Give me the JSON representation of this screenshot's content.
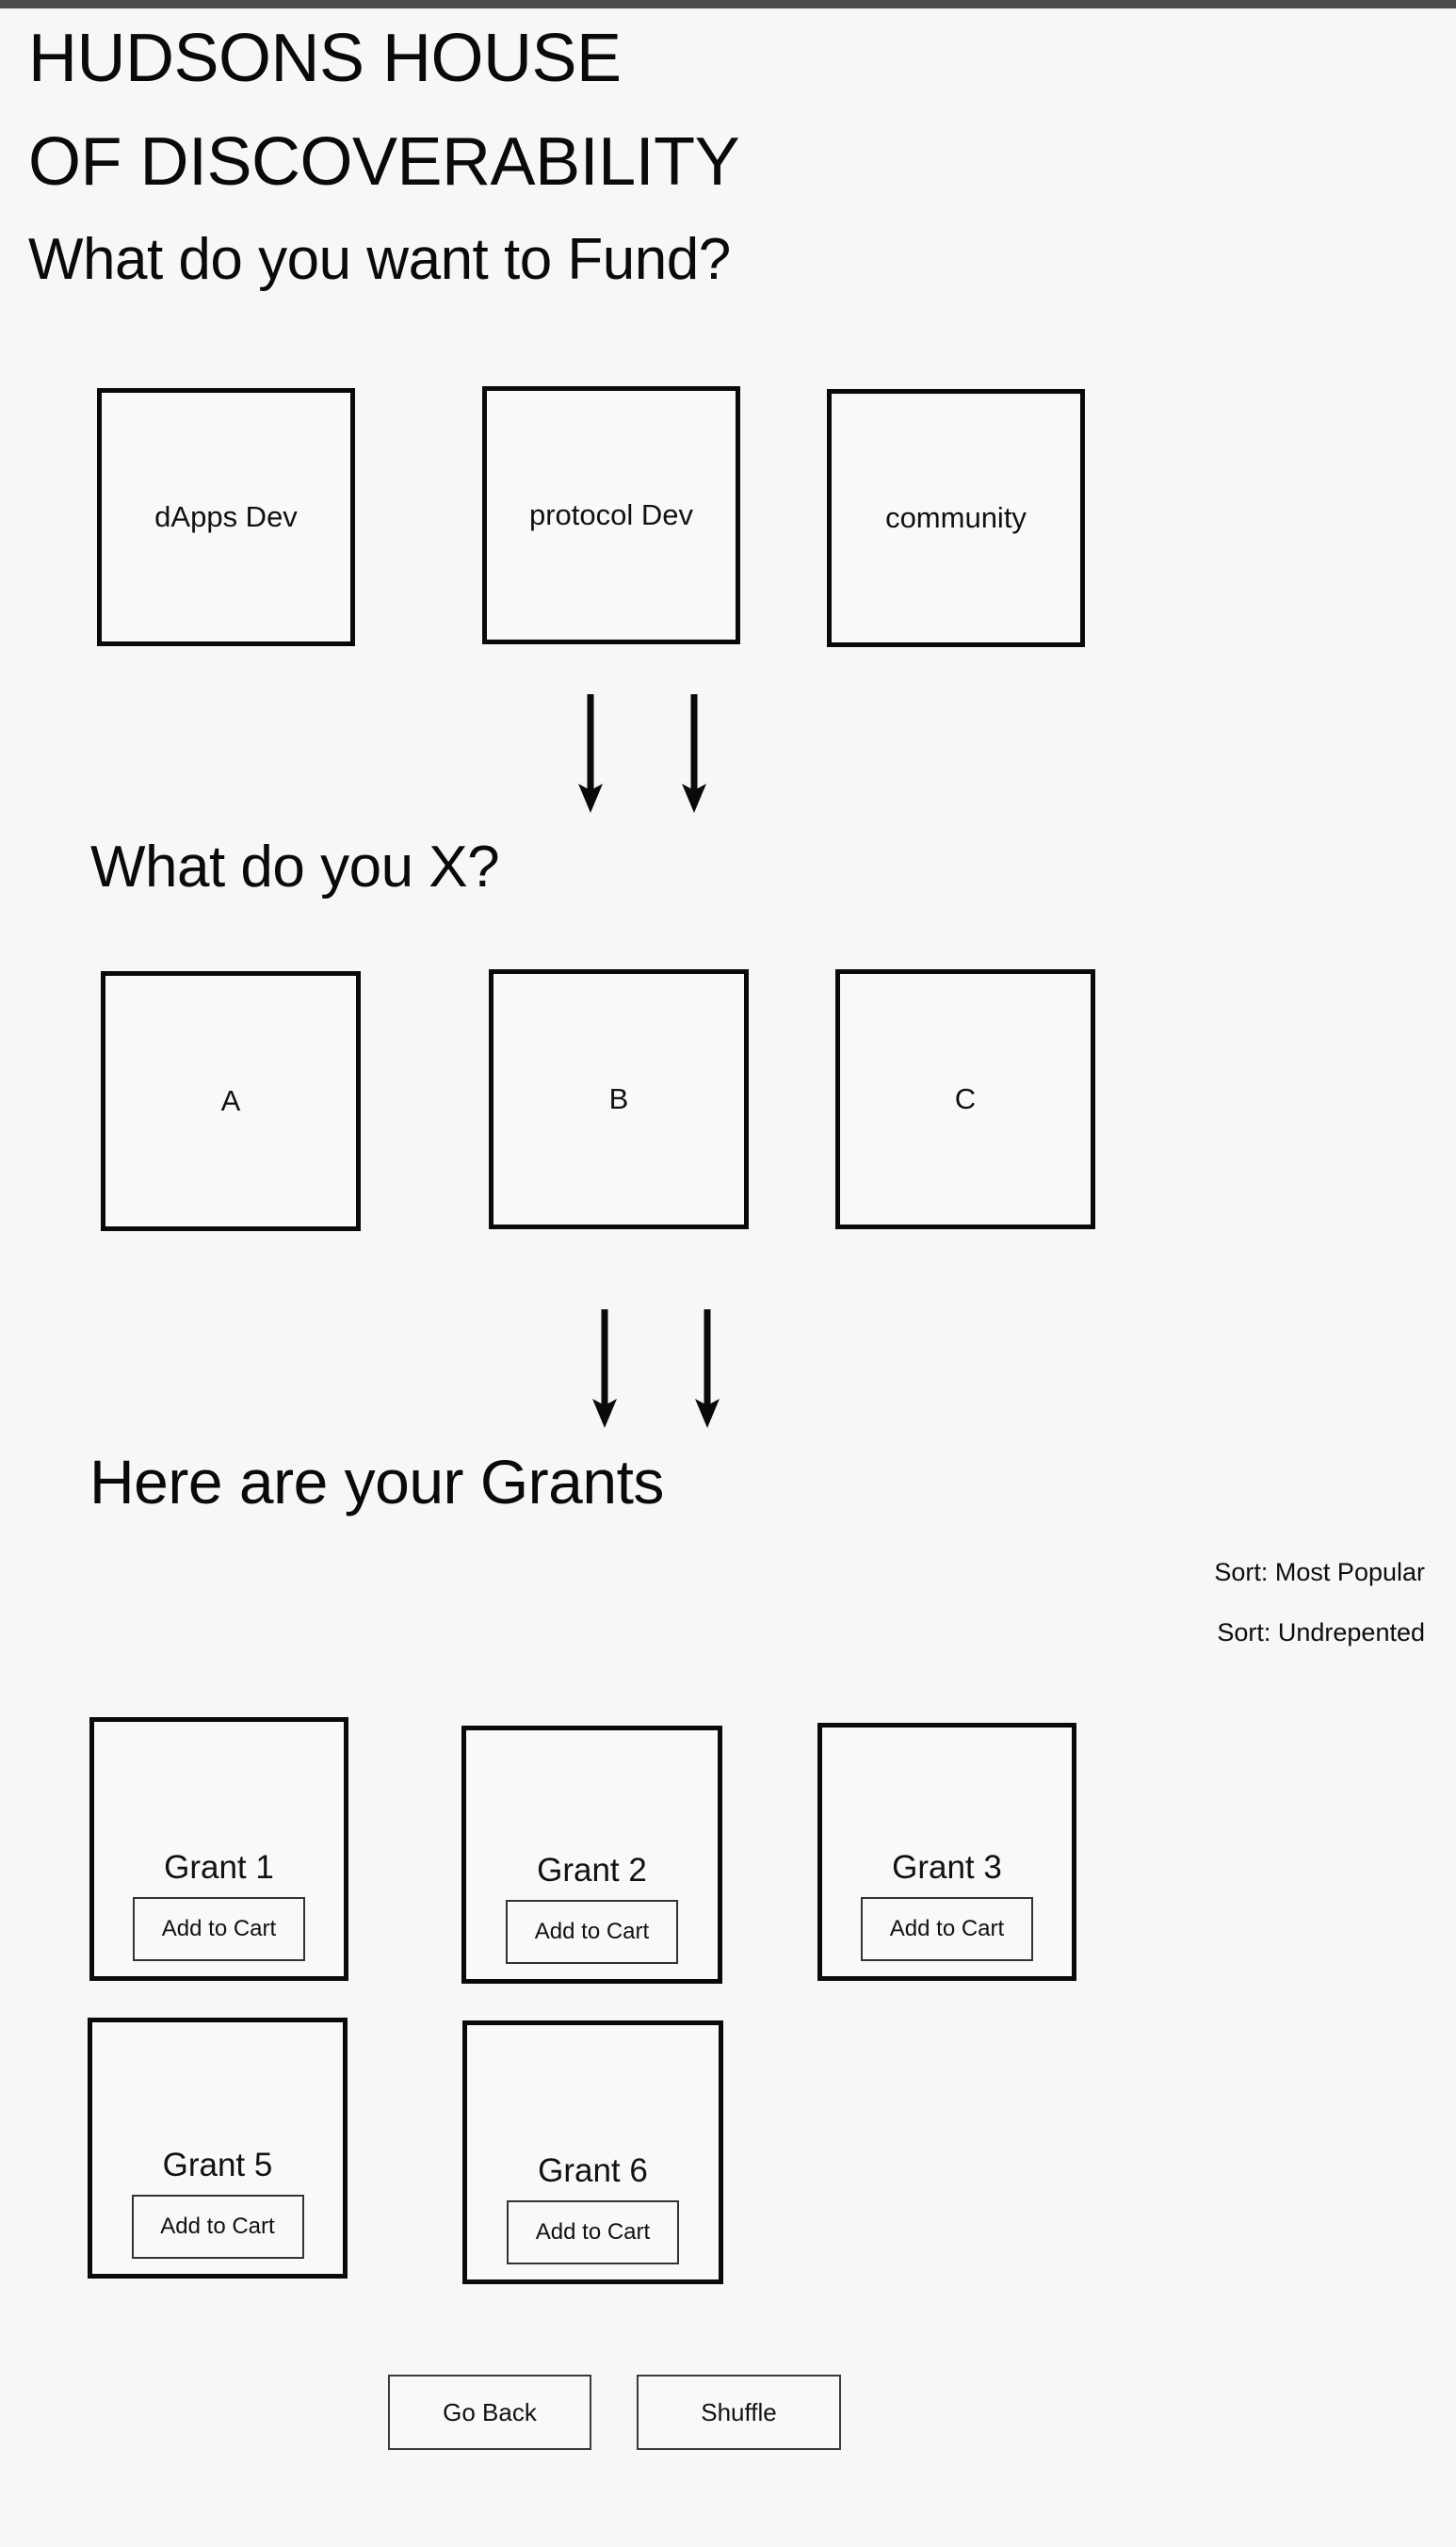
{
  "app": {
    "title_line_1": "HUDSONS HOUSE",
    "title_line_2": "OF DISCOVERABILITY",
    "background_color": "#f7f7f7",
    "border_color": "#0a0a0a",
    "top_bar_color": "#4a4a4a"
  },
  "step1": {
    "question": "What do you want to Fund?",
    "options": [
      {
        "label": "dApps Dev"
      },
      {
        "label": "protocol Dev"
      },
      {
        "label": "community"
      }
    ]
  },
  "step2": {
    "question": "What do you X?",
    "options": [
      {
        "label": "A"
      },
      {
        "label": "B"
      },
      {
        "label": "C"
      }
    ]
  },
  "step3": {
    "heading": "Here are your Grants",
    "sort_options": [
      {
        "label": "Sort: Most Popular"
      },
      {
        "label": "Sort: Undrepented"
      }
    ],
    "grants": [
      {
        "title": "Grant 1",
        "cart_label": "Add to Cart"
      },
      {
        "title": "Grant 2",
        "cart_label": "Add to Cart"
      },
      {
        "title": "Grant 3",
        "cart_label": "Add to Cart"
      },
      {
        "title": "Grant 5",
        "cart_label": "Add to Cart"
      },
      {
        "title": "Grant 6",
        "cart_label": "Add to Cart"
      }
    ]
  },
  "footer": {
    "go_back_label": "Go Back",
    "shuffle_label": "Shuffle"
  }
}
